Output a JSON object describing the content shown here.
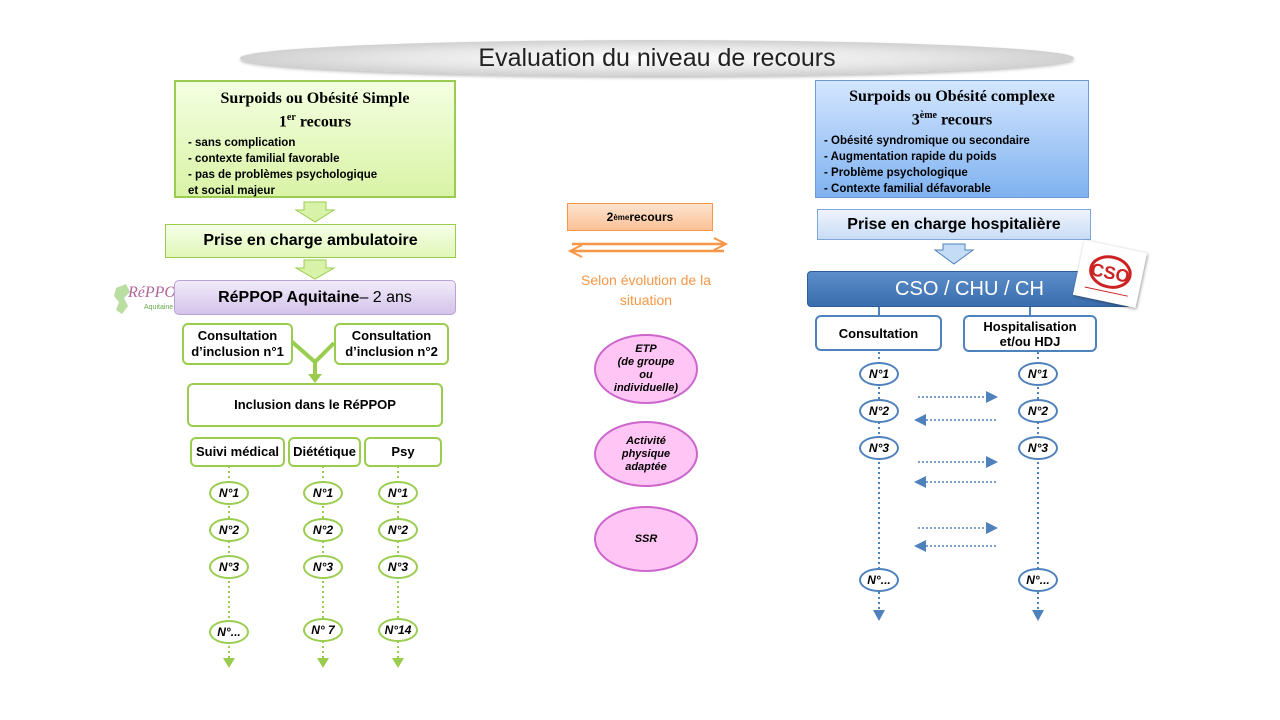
{
  "title": "Evaluation du niveau de recours",
  "left": {
    "box": {
      "title": "Surpoids ou Obésité Simple",
      "level_prefix": "1",
      "level_sup": "er",
      "level_suffix": " recours",
      "items": [
        "-  sans complication",
        "-  contexte familial favorable",
        "-  pas de problèmes psychologique",
        " et social majeur"
      ]
    },
    "care": "Prise en charge ambulatoire",
    "network": {
      "name": "RéPPOP Aquitaine",
      "duration": " – 2 ans",
      "logo_text": "RéPPOP",
      "logo_sub": "Aquitaine"
    },
    "consult1": {
      "line1": "Consultation",
      "line2": "d’inclusion n°1"
    },
    "consult2": {
      "line1": "Consultation",
      "line2": "d’inclusion n°2"
    },
    "inclusion": "Inclusion dans le RéPPOP",
    "tracks": [
      {
        "label": "Suivi médical",
        "steps": [
          "N°1",
          "N°2",
          "N°3",
          "N°..."
        ]
      },
      {
        "label": "Diététique",
        "steps": [
          "N°1",
          "N°2",
          "N°3",
          "N° 7"
        ]
      },
      {
        "label": "Psy",
        "steps": [
          "N°1",
          "N°2",
          "N°3",
          "N°14"
        ]
      }
    ]
  },
  "middle": {
    "level_prefix": "2",
    "level_sup": "ème",
    "level_suffix": " recours",
    "note_line1": "Selon évolution de la",
    "note_line2": "situation",
    "ellipses": [
      {
        "lines": [
          "ETP",
          "(de groupe",
          "ou",
          "individuelle)"
        ]
      },
      {
        "lines": [
          "Activité",
          "physique",
          "adaptée"
        ]
      },
      {
        "lines": [
          "SSR"
        ]
      }
    ]
  },
  "right": {
    "box": {
      "title": "Surpoids ou Obésité complexe",
      "level_prefix": "3",
      "level_sup": "ème",
      "level_suffix": " recours",
      "items": [
        "-  Obésité syndromique ou secondaire",
        "-  Augmentation rapide du poids",
        "-  Problème psychologique",
        "-  Contexte familial défavorable"
      ]
    },
    "care": "Prise en charge hospitalière",
    "center": "CSO / CHU / CH",
    "logo_text": "CSO",
    "consultation": "Consultation",
    "hosp_line1": "Hospitalisation",
    "hosp_line2": "et/ou HDJ",
    "left_steps": [
      "N°1",
      "N°2",
      "N°3",
      "N°..."
    ],
    "right_steps": [
      "N°1",
      "N°2",
      "N°3",
      "N°..."
    ]
  },
  "colors": {
    "green_border": "#9acd4f",
    "green_arrow": "#c9ea8f",
    "blue_border": "#4f81bd",
    "orange": "#f79646",
    "pink": "#ffc6f5",
    "purple": "#b9a3d6"
  }
}
